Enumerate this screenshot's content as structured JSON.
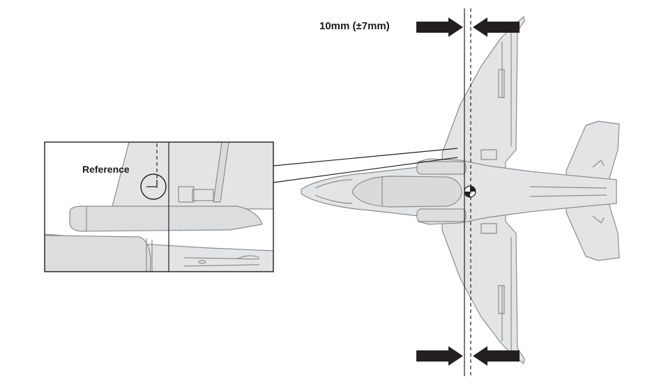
{
  "diagram": {
    "measurement_label": "10mm (±7mm)",
    "inset_label": "Reference"
  },
  "colors": {
    "aircraft_fill": "#e3e4e5",
    "aircraft_stroke": "#8a8c8e",
    "arrow": "#231f20",
    "line": "#231f20"
  },
  "icons": [
    "measurement-arrow",
    "center-of-gravity-marker",
    "reference-circle"
  ]
}
